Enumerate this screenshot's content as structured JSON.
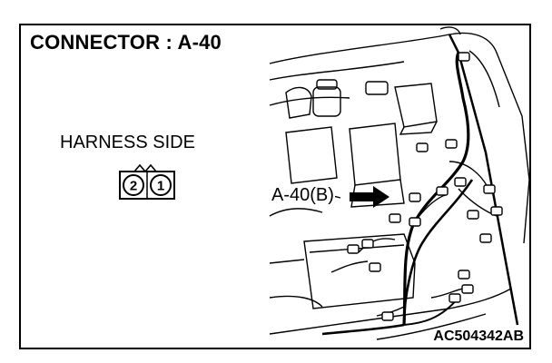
{
  "title": "CONNECTOR : A-40",
  "side_label": "HARNESS SIDE",
  "connector": {
    "pins": [
      "2",
      "1"
    ]
  },
  "callout": {
    "label": "A-40(B)"
  },
  "code": "AC504342AB",
  "colors": {
    "line": "#000000",
    "background": "#ffffff"
  },
  "icons": [
    "connector-pin-diagram",
    "engine-bay-illustration",
    "pointer-arrow"
  ]
}
